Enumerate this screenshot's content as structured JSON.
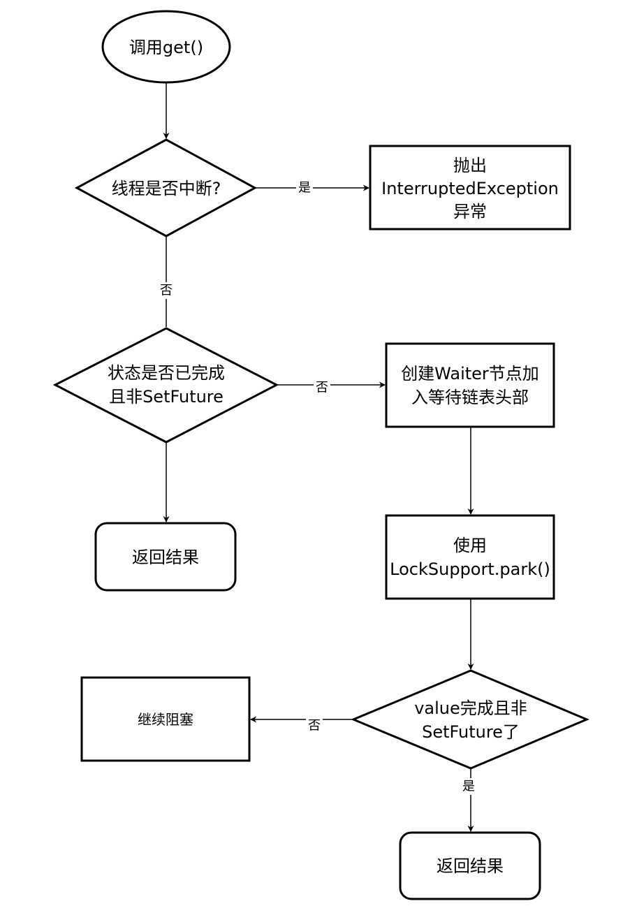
{
  "nodes": {
    "start": "调用get()",
    "check_interrupt": "线程是否中断?",
    "throw_exception": [
      "抛出",
      "InterruptedException",
      "异常"
    ],
    "check_state": [
      "状态是否已完成",
      "且非SetFuture"
    ],
    "return_result_1": "返回结果",
    "create_waiter": [
      "创建Waiter节点加",
      "入等待链表头部"
    ],
    "park": [
      "使用",
      "LockSupport.park()"
    ],
    "check_value": [
      "value完成且非",
      "SetFuture了"
    ],
    "continue_block": "继续阻塞",
    "return_result_2": "返回结果"
  },
  "edge_labels": {
    "interrupt_yes": "是",
    "interrupt_no": "否",
    "state_no": "否",
    "value_no": "否",
    "value_yes": "是"
  }
}
